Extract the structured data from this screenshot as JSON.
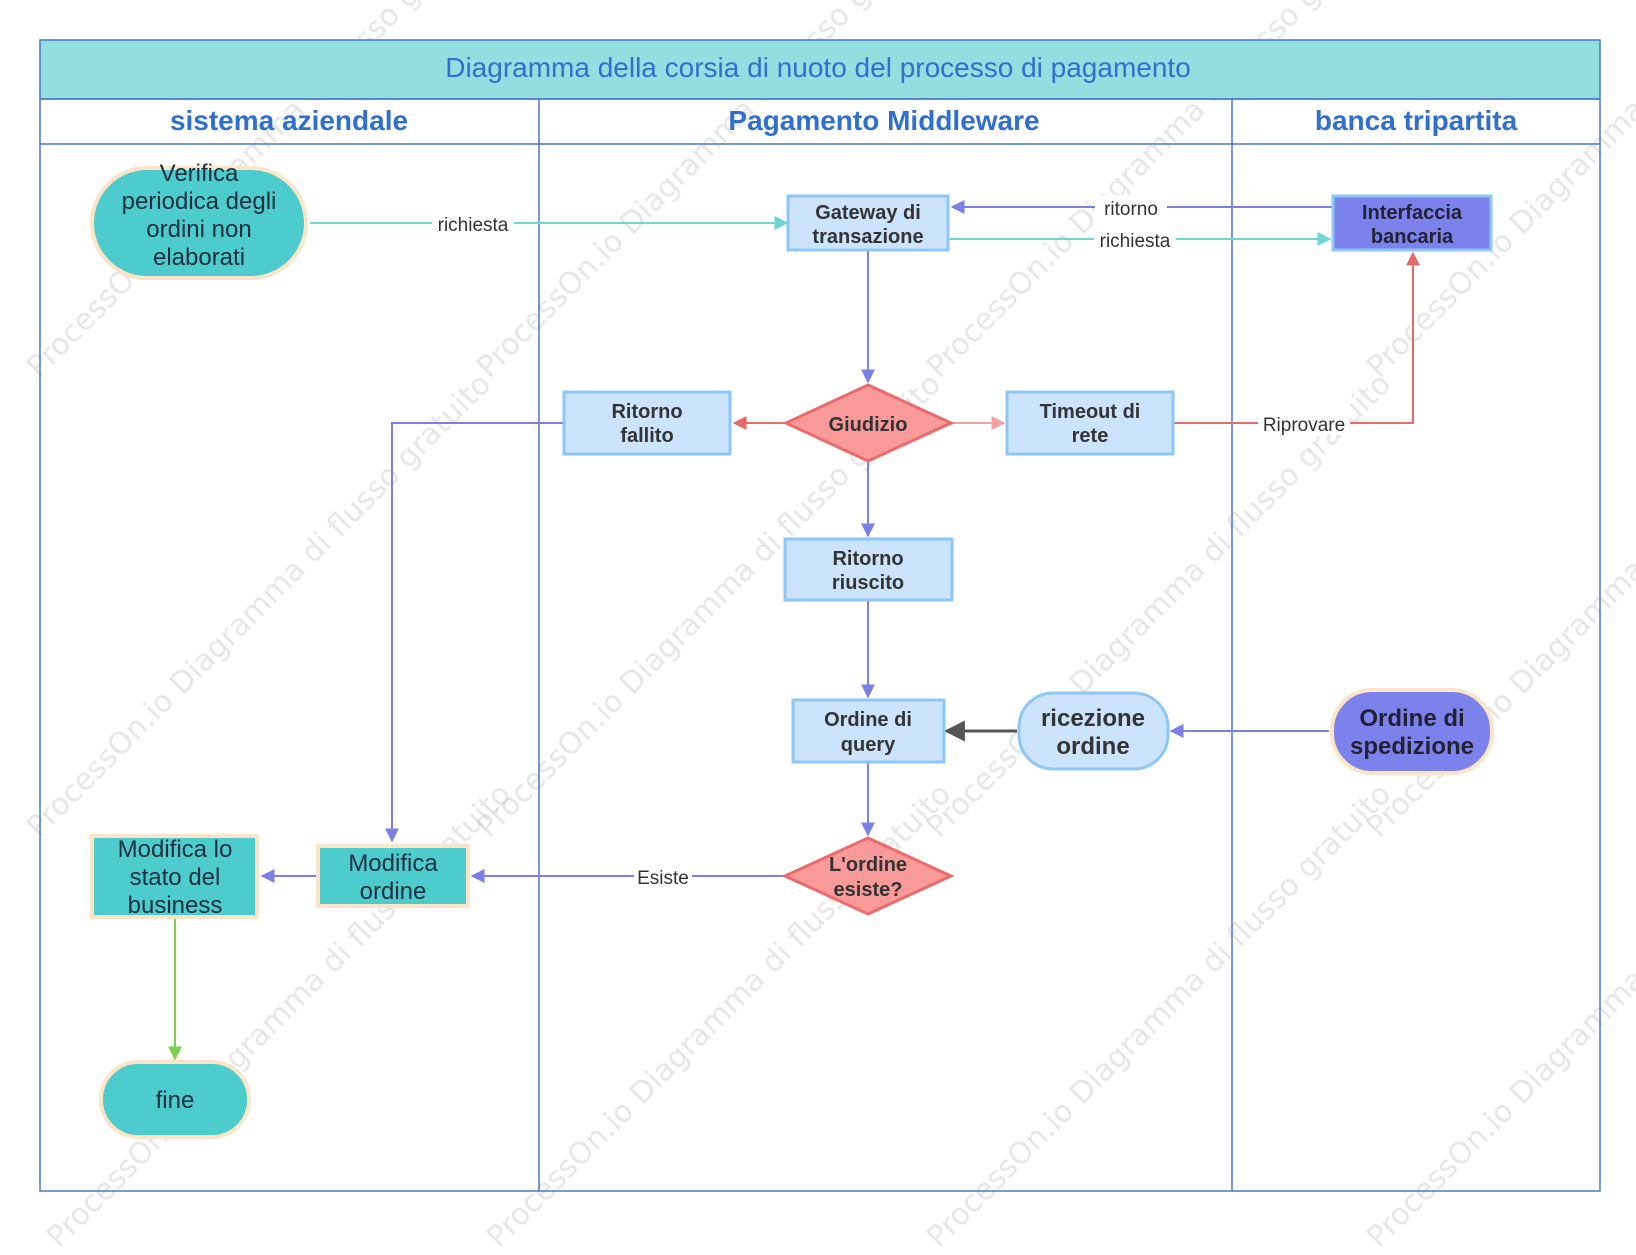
{
  "title": "Diagramma della corsia di nuoto del processo di pagamento",
  "lanes": [
    {
      "label": "sistema aziendale"
    },
    {
      "label": "Pagamento Middleware"
    },
    {
      "label": "banca tripartita"
    }
  ],
  "nodes": {
    "verifica": {
      "text": [
        "Verifica",
        "periodica degli",
        "ordini non",
        "elaborati"
      ]
    },
    "gateway": {
      "text": [
        "Gateway di",
        "transazione"
      ]
    },
    "interfaccia": {
      "text": [
        "Interfaccia",
        "bancaria"
      ]
    },
    "ritorno_fallito": {
      "text": [
        "Ritorno",
        "fallito"
      ]
    },
    "giudizio": {
      "text": [
        "Giudizio"
      ]
    },
    "timeout": {
      "text": [
        "Timeout di",
        "rete"
      ]
    },
    "ritorno_riuscito": {
      "text": [
        "Ritorno",
        "riuscito"
      ]
    },
    "ordine_query": {
      "text": [
        "Ordine di",
        "query"
      ]
    },
    "ricezione": {
      "text": [
        "ricezione",
        "ordine"
      ]
    },
    "ordine_spedizione": {
      "text": [
        "Ordine di",
        "spedizione"
      ]
    },
    "esiste": {
      "text": [
        "L'ordine",
        "esiste?"
      ]
    },
    "modifica_ordine": {
      "text": [
        "Modifica",
        "ordine"
      ]
    },
    "modifica_stato": {
      "text": [
        "Modifica lo",
        "stato del",
        "business"
      ]
    },
    "fine": {
      "text": [
        "fine"
      ]
    }
  },
  "edge_labels": {
    "richiesta_1": "richiesta",
    "ritorno": "ritorno",
    "richiesta_2": "richiesta",
    "riprovare": "Riprovare",
    "esiste": "Esiste"
  },
  "watermark": "ProcessOn.io Diagramma di flusso gratuito",
  "colors": {
    "header_bg": "#93dfdf",
    "title_text": "#2f6fd0",
    "lane_border": "#4a78c8",
    "teal_fill": "#4ccccc",
    "teal_border": "#fde4c6",
    "blue_fill": "#cbe3fb",
    "blue_border": "#8ec7f7",
    "purple_fill": "#7b82ec",
    "red_fill": "#f99a9a",
    "red_border": "#ee6a6a",
    "edge_blue": "#7b80e6",
    "edge_teal": "#6fd6d6",
    "edge_red": "#e66a6a",
    "edge_green": "#7dd04d",
    "edge_dark": "#555555"
  }
}
